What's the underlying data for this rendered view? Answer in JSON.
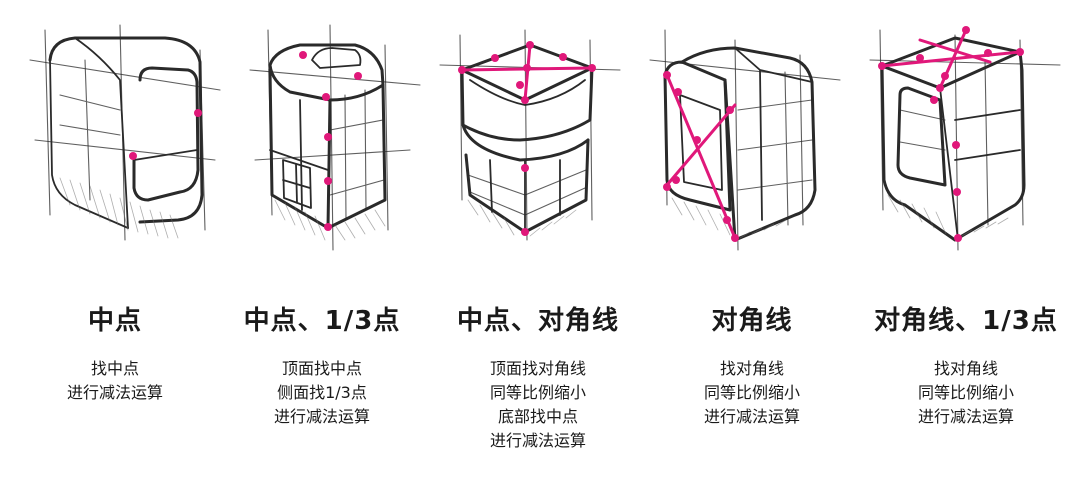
{
  "panels": [
    {
      "title": "中点",
      "lines": [
        "找中点",
        "进行减法运算"
      ]
    },
    {
      "title": "中点、1/3点",
      "lines": [
        "顶面找中点",
        "侧面找1/3点",
        "进行减法运算"
      ]
    },
    {
      "title": "中点、对角线",
      "lines": [
        "顶面找对角线",
        "同等比例缩小",
        "底部找中点",
        "进行减法运算"
      ]
    },
    {
      "title": "对角线",
      "lines": [
        "找对角线",
        "同等比例缩小",
        "进行减法运算"
      ]
    },
    {
      "title": "对角线、1/3点",
      "lines": [
        "找对角线",
        "同等比例缩小",
        "进行减法运算"
      ]
    }
  ],
  "colors": {
    "accent": "#e0187a",
    "ink": "#2a2a2a"
  }
}
